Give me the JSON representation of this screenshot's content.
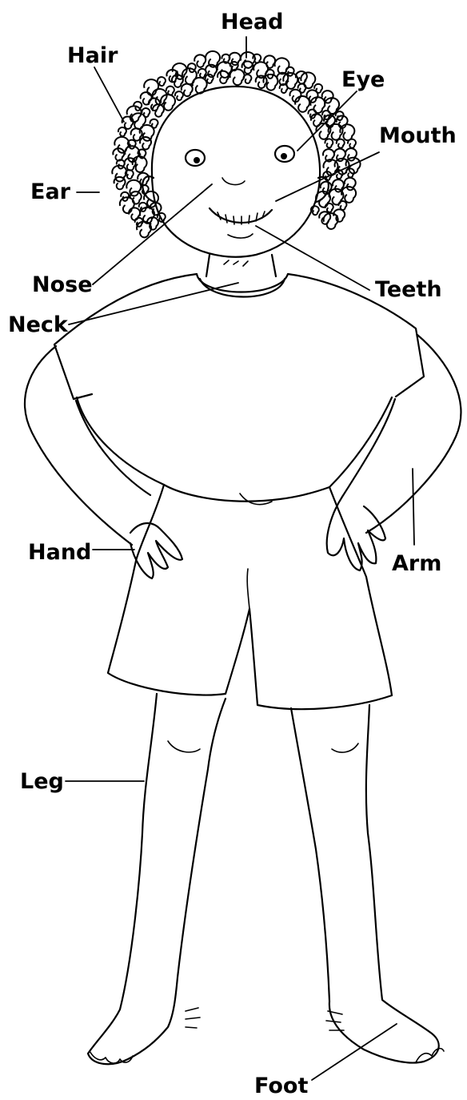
{
  "labels": {
    "head": "Head",
    "hair": "Hair",
    "eye": "Eye",
    "mouth": "Mouth",
    "ear": "Ear",
    "nose": "Nose",
    "teeth": "Teeth",
    "neck": "Neck",
    "hand": "Hand",
    "arm": "Arm",
    "leg": "Leg",
    "foot": "Foot"
  }
}
